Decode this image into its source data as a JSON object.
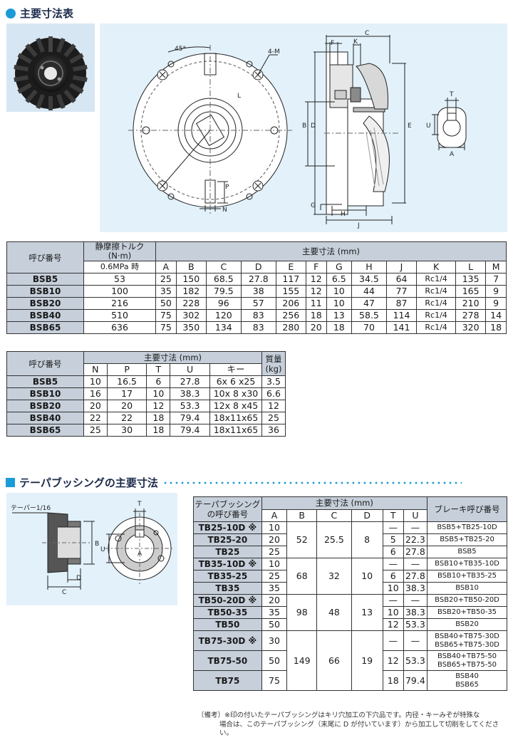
{
  "section1": {
    "title": "主要寸法表"
  },
  "section2": {
    "title": "テーパブッシングの主要寸法"
  },
  "drawing_labels": {
    "angle": "45°",
    "hole": "4-M",
    "L": "L",
    "P": "P",
    "N": "N",
    "D": "D",
    "B": "B",
    "E": "E",
    "C": "C",
    "F": "F",
    "K": "K",
    "G": "G",
    "H": "H",
    "J": "J",
    "T": "T",
    "U": "U",
    "A": "A"
  },
  "bushing_drawing_labels": {
    "taper": "テーパー1/16",
    "B": "B",
    "C": "C",
    "D": "D",
    "T": "T",
    "U": "U",
    "A": "A"
  },
  "table1": {
    "h_name": "呼び番号",
    "h_torque": "静摩擦トルク(N·m)",
    "h_dims": "主要寸法 (mm)",
    "h_pressure": "0.6MPa 時",
    "cols": [
      "A",
      "B",
      "C",
      "D",
      "E",
      "F",
      "G",
      "H",
      "J",
      "K",
      "L",
      "M"
    ],
    "rows": [
      {
        "name": "BSB5",
        "torque": "53",
        "v": [
          "25",
          "150",
          "68.5",
          "27.8",
          "117",
          "12",
          "6.5",
          "34.5",
          "64",
          "Rc1/4",
          "135",
          "7"
        ]
      },
      {
        "name": "BSB10",
        "torque": "100",
        "v": [
          "35",
          "182",
          "79.5",
          "38",
          "155",
          "12",
          "10",
          "44",
          "77",
          "Rc1/4",
          "165",
          "9"
        ]
      },
      {
        "name": "BSB20",
        "torque": "216",
        "v": [
          "50",
          "228",
          "96",
          "57",
          "206",
          "11",
          "10",
          "47",
          "87",
          "Rc1/4",
          "210",
          "9"
        ]
      },
      {
        "name": "BSB40",
        "torque": "510",
        "v": [
          "75",
          "302",
          "120",
          "83",
          "256",
          "18",
          "13",
          "58.5",
          "114",
          "Rc1/4",
          "278",
          "14"
        ]
      },
      {
        "name": "BSB65",
        "torque": "636",
        "v": [
          "75",
          "350",
          "134",
          "83",
          "280",
          "20",
          "18",
          "70",
          "141",
          "Rc1/4",
          "320",
          "18"
        ]
      }
    ]
  },
  "table2": {
    "h_name": "呼び番号",
    "h_dims": "主要寸法 (mm)",
    "h_mass": "質量(kg)",
    "cols": [
      "N",
      "P",
      "T",
      "U",
      "キー"
    ],
    "rows": [
      {
        "name": "BSB5",
        "v": [
          "10",
          "16.5",
          "6",
          "27.8",
          "6x 6 x25"
        ],
        "mass": "3.5"
      },
      {
        "name": "BSB10",
        "v": [
          "16",
          "17",
          "10",
          "38.3",
          "10x 8 x30"
        ],
        "mass": "6.6"
      },
      {
        "name": "BSB20",
        "v": [
          "20",
          "20",
          "12",
          "53.3",
          "12x 8 x45"
        ],
        "mass": "12"
      },
      {
        "name": "BSB40",
        "v": [
          "22",
          "22",
          "18",
          "79.4",
          "18x11x65"
        ],
        "mass": "25"
      },
      {
        "name": "BSB65",
        "v": [
          "25",
          "30",
          "18",
          "79.4",
          "18x11x65"
        ],
        "mass": "36"
      }
    ]
  },
  "table3": {
    "h_name": "テーパブッシングの呼び番号",
    "h_dims": "主要寸法 (mm)",
    "h_brake": "ブレーキ呼び番号",
    "cols": [
      "A",
      "B",
      "C",
      "D",
      "T",
      "U"
    ],
    "groups": [
      {
        "B": "52",
        "C": "25.5",
        "D": "8",
        "rows": [
          {
            "name": "TB25-10D ※",
            "A": "10",
            "T": "—",
            "U": "—",
            "brake": [
              "BSB5+TB25-10D"
            ]
          },
          {
            "name": "TB25-20",
            "A": "20",
            "T": "5",
            "U": "22.3",
            "brake": [
              "BSB5+TB25-20"
            ]
          },
          {
            "name": "TB25",
            "A": "25",
            "T": "6",
            "U": "27.8",
            "brake": [
              "BSB5"
            ]
          }
        ]
      },
      {
        "B": "68",
        "C": "32",
        "D": "10",
        "rows": [
          {
            "name": "TB35-10D ※",
            "A": "10",
            "T": "—",
            "U": "—",
            "brake": [
              "BSB10+TB35-10D"
            ]
          },
          {
            "name": "TB35-25",
            "A": "25",
            "T": "6",
            "U": "27.8",
            "brake": [
              "BSB10+TB35-25"
            ]
          },
          {
            "name": "TB35",
            "A": "35",
            "T": "10",
            "U": "38.3",
            "brake": [
              "BSB10"
            ]
          }
        ]
      },
      {
        "B": "98",
        "C": "48",
        "D": "13",
        "rows": [
          {
            "name": "TB50-20D ※",
            "A": "20",
            "T": "—",
            "U": "—",
            "brake": [
              "BSB20+TB50-20D"
            ]
          },
          {
            "name": "TB50-35",
            "A": "35",
            "T": "10",
            "U": "38.3",
            "brake": [
              "BSB20+TB50-35"
            ]
          },
          {
            "name": "TB50",
            "A": "50",
            "T": "12",
            "U": "53.3",
            "brake": [
              "BSB20"
            ]
          }
        ]
      },
      {
        "B": "149",
        "C": "66",
        "D": "19",
        "rows": [
          {
            "name": "TB75-30D ※",
            "A": "30",
            "T": "—",
            "U": "—",
            "brake": [
              "BSB40+TB75-30D",
              "BSB65+TB75-30D"
            ]
          },
          {
            "name": "TB75-50",
            "A": "50",
            "T": "12",
            "U": "53.3",
            "brake": [
              "BSB40+TB75-50",
              "BSB65+TB75-50"
            ]
          },
          {
            "name": "TB75",
            "A": "75",
            "T": "18",
            "U": "79.4",
            "brake": [
              "BSB40",
              "BSB65"
            ]
          }
        ]
      }
    ]
  },
  "note": {
    "label": "〔備考〕",
    "lines": [
      "※印の付いたテーパブッシングはキリ穴加工の下穴品です。内径・キーみぞが特殊な",
      "場合は、このテーパブッシング（末尾に D が付いています）から加工して切削をしてください。"
    ]
  }
}
